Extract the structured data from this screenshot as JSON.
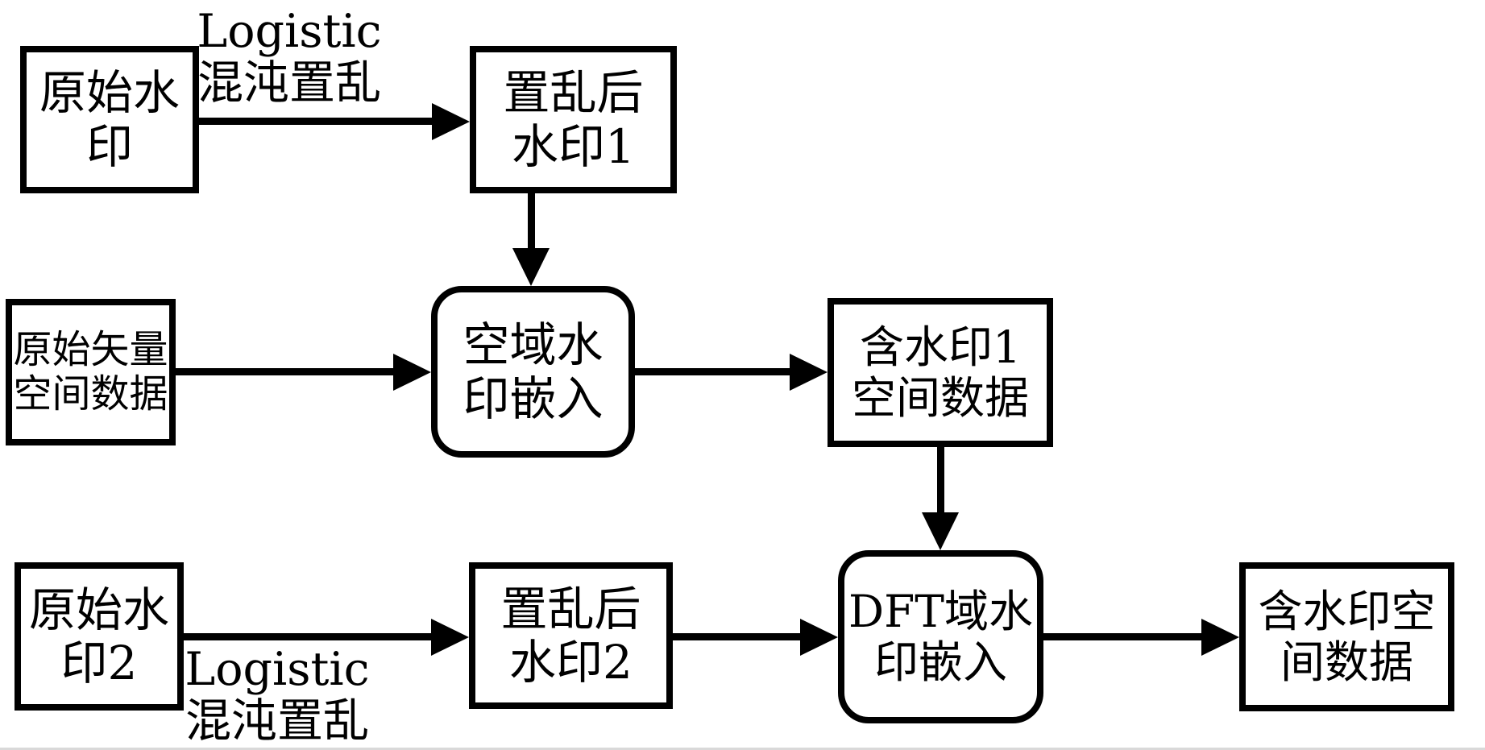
{
  "diagram": {
    "description": "Dual watermark embedding flowchart (spatial domain + DFT domain)",
    "nodes": {
      "original_watermark": {
        "label": "原始水\n印"
      },
      "scrambled_watermark_1": {
        "label": "置乱后\n水印1"
      },
      "spatial_domain_embedding": {
        "label": "空域水\n印嵌入"
      },
      "original_vector_spatial_data": {
        "label": "原始矢量\n空间数据"
      },
      "watermarked1_spatial_data": {
        "label": "含水印1\n空间数据"
      },
      "original_watermark_2": {
        "label": "原始水\n印2"
      },
      "scrambled_watermark_2": {
        "label": "置乱后\n水印2"
      },
      "dft_domain_embedding": {
        "label": "DFT域水\n印嵌入"
      },
      "watermarked_spatial_data": {
        "label": "含水印空\n间数据"
      }
    },
    "edge_labels": {
      "logistic_scrambling_top": "Logistic\n混沌置乱",
      "logistic_scrambling_bottom": "Logistic\n混沌置乱"
    },
    "edges": [
      {
        "from": "original_watermark",
        "to": "scrambled_watermark_1",
        "label": "Logistic 混沌置乱"
      },
      {
        "from": "scrambled_watermark_1",
        "to": "spatial_domain_embedding",
        "label": ""
      },
      {
        "from": "original_vector_spatial_data",
        "to": "spatial_domain_embedding",
        "label": ""
      },
      {
        "from": "spatial_domain_embedding",
        "to": "watermarked1_spatial_data",
        "label": ""
      },
      {
        "from": "watermarked1_spatial_data",
        "to": "dft_domain_embedding",
        "label": ""
      },
      {
        "from": "original_watermark_2",
        "to": "scrambled_watermark_2",
        "label": "Logistic 混沌置乱"
      },
      {
        "from": "scrambled_watermark_2",
        "to": "dft_domain_embedding",
        "label": ""
      },
      {
        "from": "dft_domain_embedding",
        "to": "watermarked_spatial_data",
        "label": ""
      }
    ],
    "colors": {
      "line": "#000000",
      "background": "#ffffff",
      "bottom_rule": "#d9d9d9"
    }
  }
}
